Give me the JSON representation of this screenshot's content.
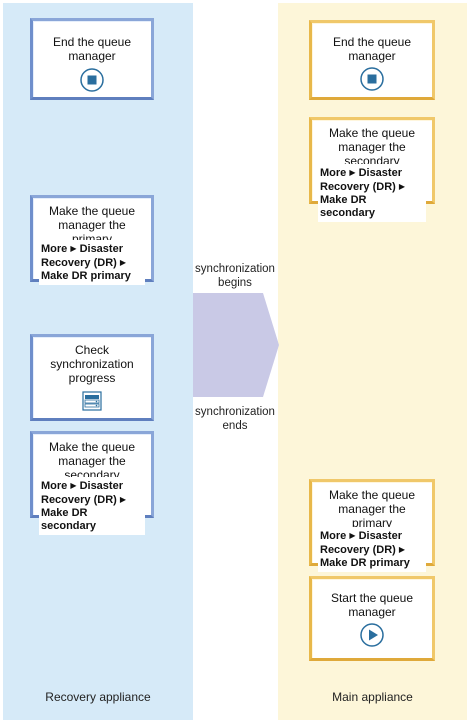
{
  "lanes": {
    "left_label": "Recovery appliance",
    "right_label": "Main appliance"
  },
  "colors": {
    "left_lane": "#d6eaf8",
    "right_lane": "#fdf6d9",
    "left_border": "#8aa6d8",
    "right_border": "#f0c86a",
    "arrow": "#c9c9e6",
    "icon": "#2a6e9e"
  },
  "left_boxes": {
    "end": {
      "title": "End the queue manager",
      "icon": "stop-icon"
    },
    "make_primary": {
      "title": "Make the queue manager the primary",
      "menu_1": "More",
      "menu_2": "Disaster Recovery (DR)",
      "menu_3": "Make DR primary"
    },
    "check": {
      "title": "Check synchronization progress",
      "icon": "server-status-icon"
    },
    "make_secondary": {
      "title": "Make the queue manager the secondary",
      "menu_1": "More",
      "menu_2": "Disaster Recovery (DR)",
      "menu_3": "Make DR secondary"
    }
  },
  "right_boxes": {
    "end": {
      "title": "End the queue manager",
      "icon": "stop-icon"
    },
    "make_secondary": {
      "title": "Make the queue manager the secondary",
      "menu_1": "More",
      "menu_2": "Disaster Recovery (DR)",
      "menu_3": "Make DR secondary"
    },
    "make_primary": {
      "title": "Make the queue manager the primary",
      "menu_1": "More",
      "menu_2": "Disaster Recovery (DR)",
      "menu_3": "Make DR primary"
    },
    "start": {
      "title": "Start the queue manager",
      "icon": "play-icon"
    }
  },
  "sync": {
    "begins": "synchronization begins",
    "ends": "synchronization ends"
  }
}
